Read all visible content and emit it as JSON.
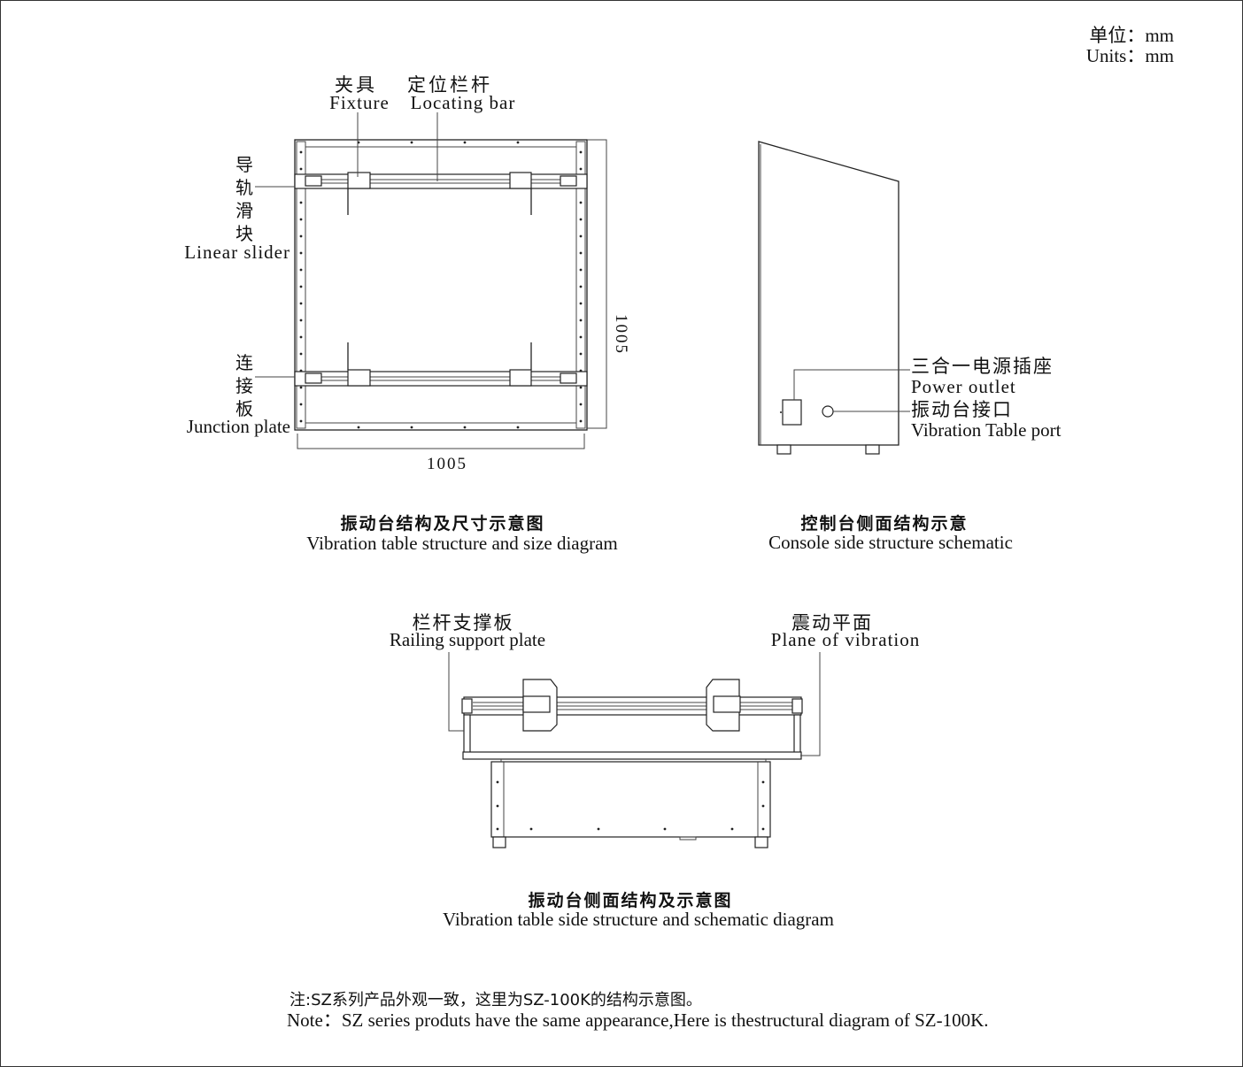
{
  "units": {
    "zh": "单位：mm",
    "en": "Units：mm"
  },
  "top_view": {
    "labels": {
      "fixture_zh": "夹具",
      "fixture_en": "Fixture",
      "locating_bar_zh": "定位栏杆",
      "locating_bar_en": "Locating bar",
      "linear_slider_zh": [
        "导",
        "轨",
        "滑",
        "块"
      ],
      "linear_slider_en": "Linear  slider",
      "junction_plate_zh": [
        "连",
        "接",
        "板"
      ],
      "junction_plate_en": "Junction plate"
    },
    "width_dim": "1005",
    "height_dim": "1005",
    "caption_zh": "振动台结构及尺寸示意图",
    "caption_en": "Vibration table structure and size diagram"
  },
  "console_view": {
    "power_outlet_zh": "三合一电源插座",
    "power_outlet_en": "Power outlet",
    "port_zh": "振动台接口",
    "port_en": "Vibration Table port",
    "caption_zh": "控制台侧面结构示意",
    "caption_en": "Console side structure schematic"
  },
  "side_view": {
    "railing_zh": "栏杆支撑板",
    "railing_en": "Railing  support plate",
    "plane_zh": "震动平面",
    "plane_en": "Plane  of  vibration",
    "caption_zh": "振动台侧面结构及示意图",
    "caption_en": "Vibration table side structure and schematic diagram"
  },
  "note": {
    "zh": "注:SZ系列产品外观一致，这里为SZ-100K的结构示意图。",
    "en": "Note：SZ series produts have the same appearance,Here is thestructural diagram of SZ-100K."
  }
}
